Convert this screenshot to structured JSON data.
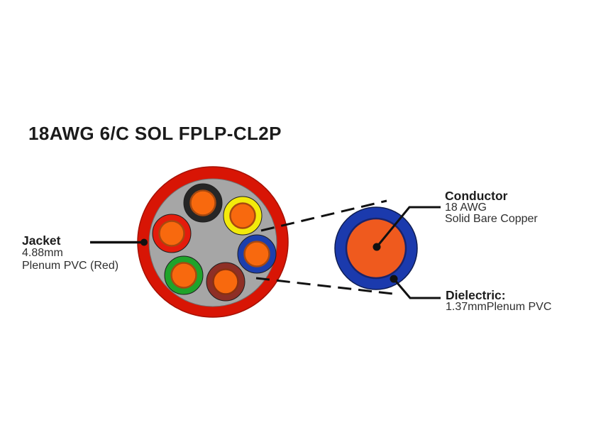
{
  "title": "18AWG 6/C SOL FPLP-CL2P",
  "labels": {
    "jacket": {
      "name": "Jacket",
      "size": "4.88mm",
      "material": "Plenum PVC (Red)"
    },
    "conductor": {
      "name": "Conductor",
      "gauge": "18 AWG",
      "material": "Solid Bare Copper"
    },
    "dielectric": {
      "name": "Dielectric:",
      "spec": "1.37mmPlenum PVC"
    }
  },
  "cross_section": {
    "conductor_count": 6,
    "insulation_colors": [
      "black",
      "yellow",
      "blue",
      "dark red",
      "green",
      "red"
    ]
  },
  "colors": {
    "jacket_red": "#d81505",
    "filler_gray": "#a6a6a6",
    "copper_orange": "#f8690e",
    "detail_copper_orange": "#ef5a1e",
    "dielectric_blue": "#1b3aad",
    "insulation_black": "#262626",
    "insulation_yellow": "#f3ea0b",
    "insulation_blue": "#1c3fad",
    "insulation_dark_red": "#8e2f26",
    "insulation_green": "#1fa32b",
    "insulation_red": "#e41b0c",
    "leader_line_black": "#111111"
  }
}
